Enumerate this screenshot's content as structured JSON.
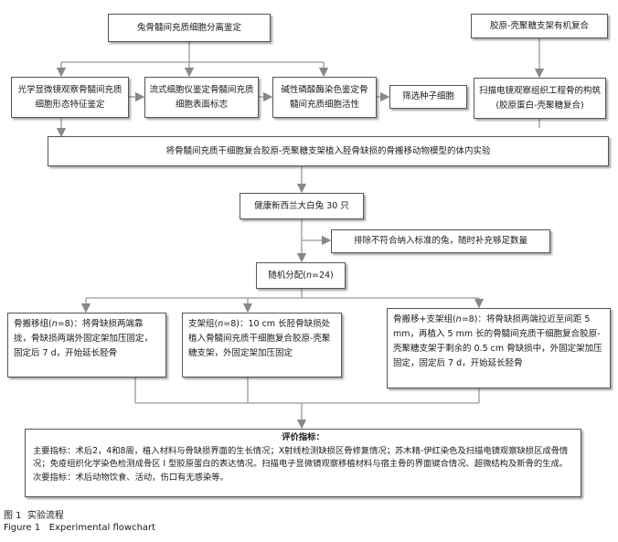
{
  "boxes": {
    "isolation": "兔骨髓间充质细胞分离鉴定",
    "scaffold": "胶原-壳聚糖支架有机复合",
    "morphology": "光学显微镜观察骨髓间充质细胞形态特征鉴定",
    "flow": "流式细胞仪鉴定骨髓间充质细胞表面标志",
    "alp": "碱性磷酸酶染色鉴定骨髓间充质细胞活性",
    "seed": "筛选种子细胞",
    "sem": "扫描电镜观察组织工程骨的构筑(胶原蛋白-壳聚糖复合)",
    "experiment": "将骨髓间充质干细胞复合胶原-壳聚糖支架植入胫骨缺损的骨搬移动物模型的体内实验",
    "rabbits": "健康新西兰大白兔 30 只",
    "exclude": "排除不符合纳入标准的兔，随时补充够足数量",
    "random_prefix": "随机分配(",
    "random_n": "n",
    "random_suffix": "=24)",
    "group1_head": "骨搬移组(",
    "group1_n": "n",
    "group1_body": "=8)：将骨缺损两端靠拢，骨缺损两端外固定架加压固定，固定后 7 d，开始延长胫骨",
    "group2_head": "支架组(",
    "group2_n": "n",
    "group2_body": "=8)：10 cm 长胫骨缺损处植入骨髓间充质干细胞复合胶原-壳聚糖支架，外固定架加压固定",
    "group3_head": "骨搬移+支架组(",
    "group3_n": "n",
    "group3_body": "=8)：将骨缺损两端拉近至间距 5 mm，再植入 5 mm 长的骨髓间充质干细胞复合胶原-壳聚糖支架于剩余的 0.5 cm 骨缺损中，外固定架加压固定，固定后 7 d，开始延长胫骨",
    "eval_title": "评价指标：",
    "eval_main": "主要指标：术后2，4和8周，植入材料与骨缺损界面的生长情况；X射线检测缺损区骨修复情况；苏木精-伊红染色及扫描电镜观察缺损区成骨情况；免疫组织化学染色检测成骨区 I 型胶原蛋白的表达情况。扫描电子显微镜观察移植材料与宿主骨的界面键合情况、超微结构及新骨的生成。",
    "eval_secondary": "次要指标：术后动物饮食、活动，伤口有无感染等。"
  },
  "caption": {
    "cn_label": "图 1",
    "cn_text": "实验流程",
    "en_label": "Figure 1",
    "en_text": "Experimental flowchart"
  }
}
